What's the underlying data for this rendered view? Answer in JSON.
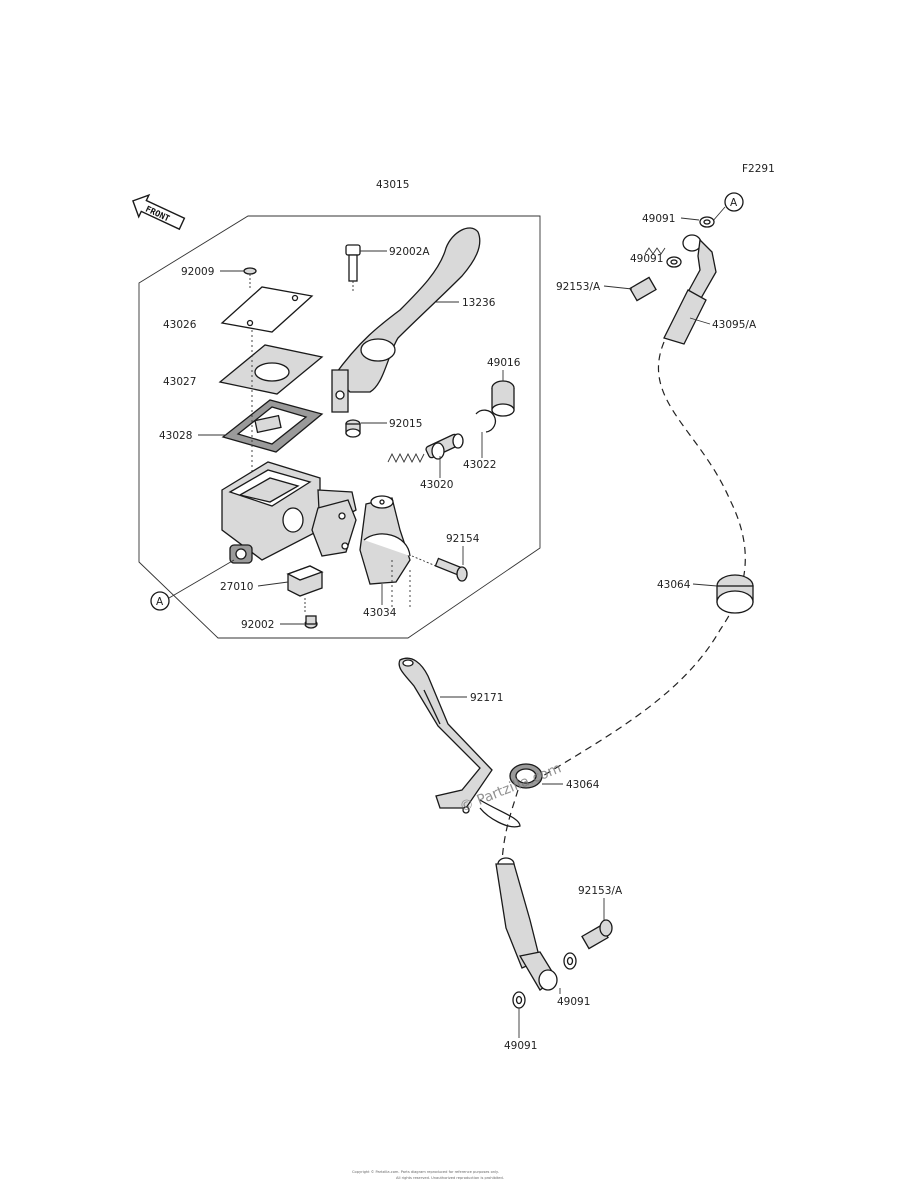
{
  "figure_code": "F2291",
  "assembly_label": "43015",
  "front_arrow_text": "FRONT",
  "connector_letter": "A",
  "watermark": "© Partzilla.com",
  "footer": [
    "Copyright © Partzilla.com. Parts diagram reproduced for reference purposes only.",
    "All rights reserved. Unauthorized reproduction is prohibited."
  ],
  "callouts": {
    "p92009": "92009",
    "p43026": "43026",
    "p43027": "43027",
    "p43028": "43028",
    "p27010": "27010",
    "p92002": "92002",
    "p92002A": "92002A",
    "p13236": "13236",
    "p92015": "92015",
    "p49016": "49016",
    "p43022": "43022",
    "p43020": "43020",
    "p92154": "92154",
    "p43034": "43034",
    "p49091_top1": "49091",
    "p49091_top2": "49091",
    "p92153A_top": "92153/A",
    "p43095A": "43095/A",
    "p43064_mid": "43064",
    "p92171": "92171",
    "p43064_low": "43064",
    "p92153A_bot": "92153/A",
    "p49091_bot1": "49091",
    "p49091_bot2": "49091"
  }
}
